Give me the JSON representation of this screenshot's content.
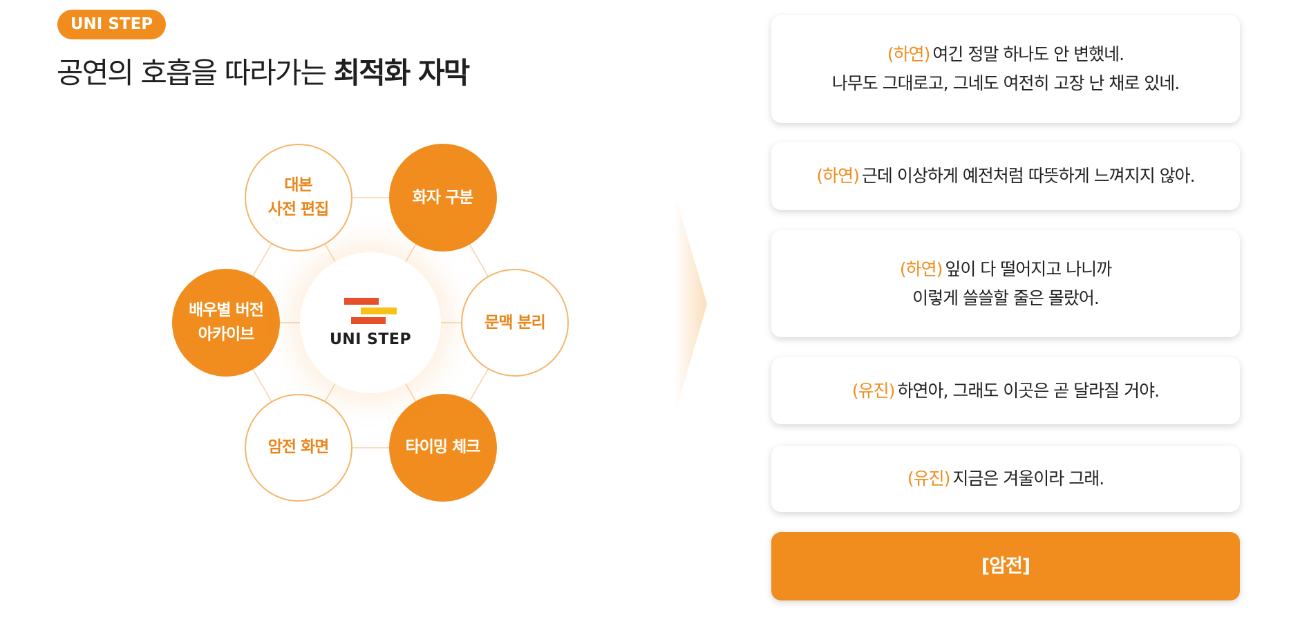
{
  "brand": {
    "badge": "UNI STEP",
    "logo_text": "UNI STEP"
  },
  "header": {
    "title_prefix": "공연의 호흡을 따라가는",
    "title_bold": "최적화 자막"
  },
  "colors": {
    "accent": "#F08D1E",
    "accent_light": "#F5B56A",
    "logo_red": "#E5502A",
    "logo_yellow": "#F6C21A"
  },
  "features": [
    {
      "label": "대본\n사전 편집",
      "style": "outline"
    },
    {
      "label": "화자 구분",
      "style": "filled"
    },
    {
      "label": "문맥 분리",
      "style": "outline"
    },
    {
      "label": "타이밍 체크",
      "style": "filled"
    },
    {
      "label": "암전 화면",
      "style": "outline"
    },
    {
      "label": "배우별 버전\n아카이브",
      "style": "filled"
    }
  ],
  "subtitles": [
    {
      "speaker": "(하연)",
      "lines": [
        "여긴 정말 하나도 안 변했네.",
        "나무도 그대로고, 그네도 여전히 고장 난 채로 있네."
      ]
    },
    {
      "speaker": "(하연)",
      "lines": [
        "근데 이상하게 예전처럼 따뜻하게 느껴지지 않아."
      ]
    },
    {
      "speaker": "(하연)",
      "lines": [
        "잎이 다 떨어지고 나니까",
        "이렇게 쓸쓸할 줄은 몰랐어."
      ]
    },
    {
      "speaker": "(유진)",
      "lines": [
        "하연아, 그래도 이곳은 곧 달라질 거야."
      ]
    },
    {
      "speaker": "(유진)",
      "lines": [
        "지금은 겨울이라 그래."
      ]
    }
  ],
  "blackout_label": "[암전]"
}
